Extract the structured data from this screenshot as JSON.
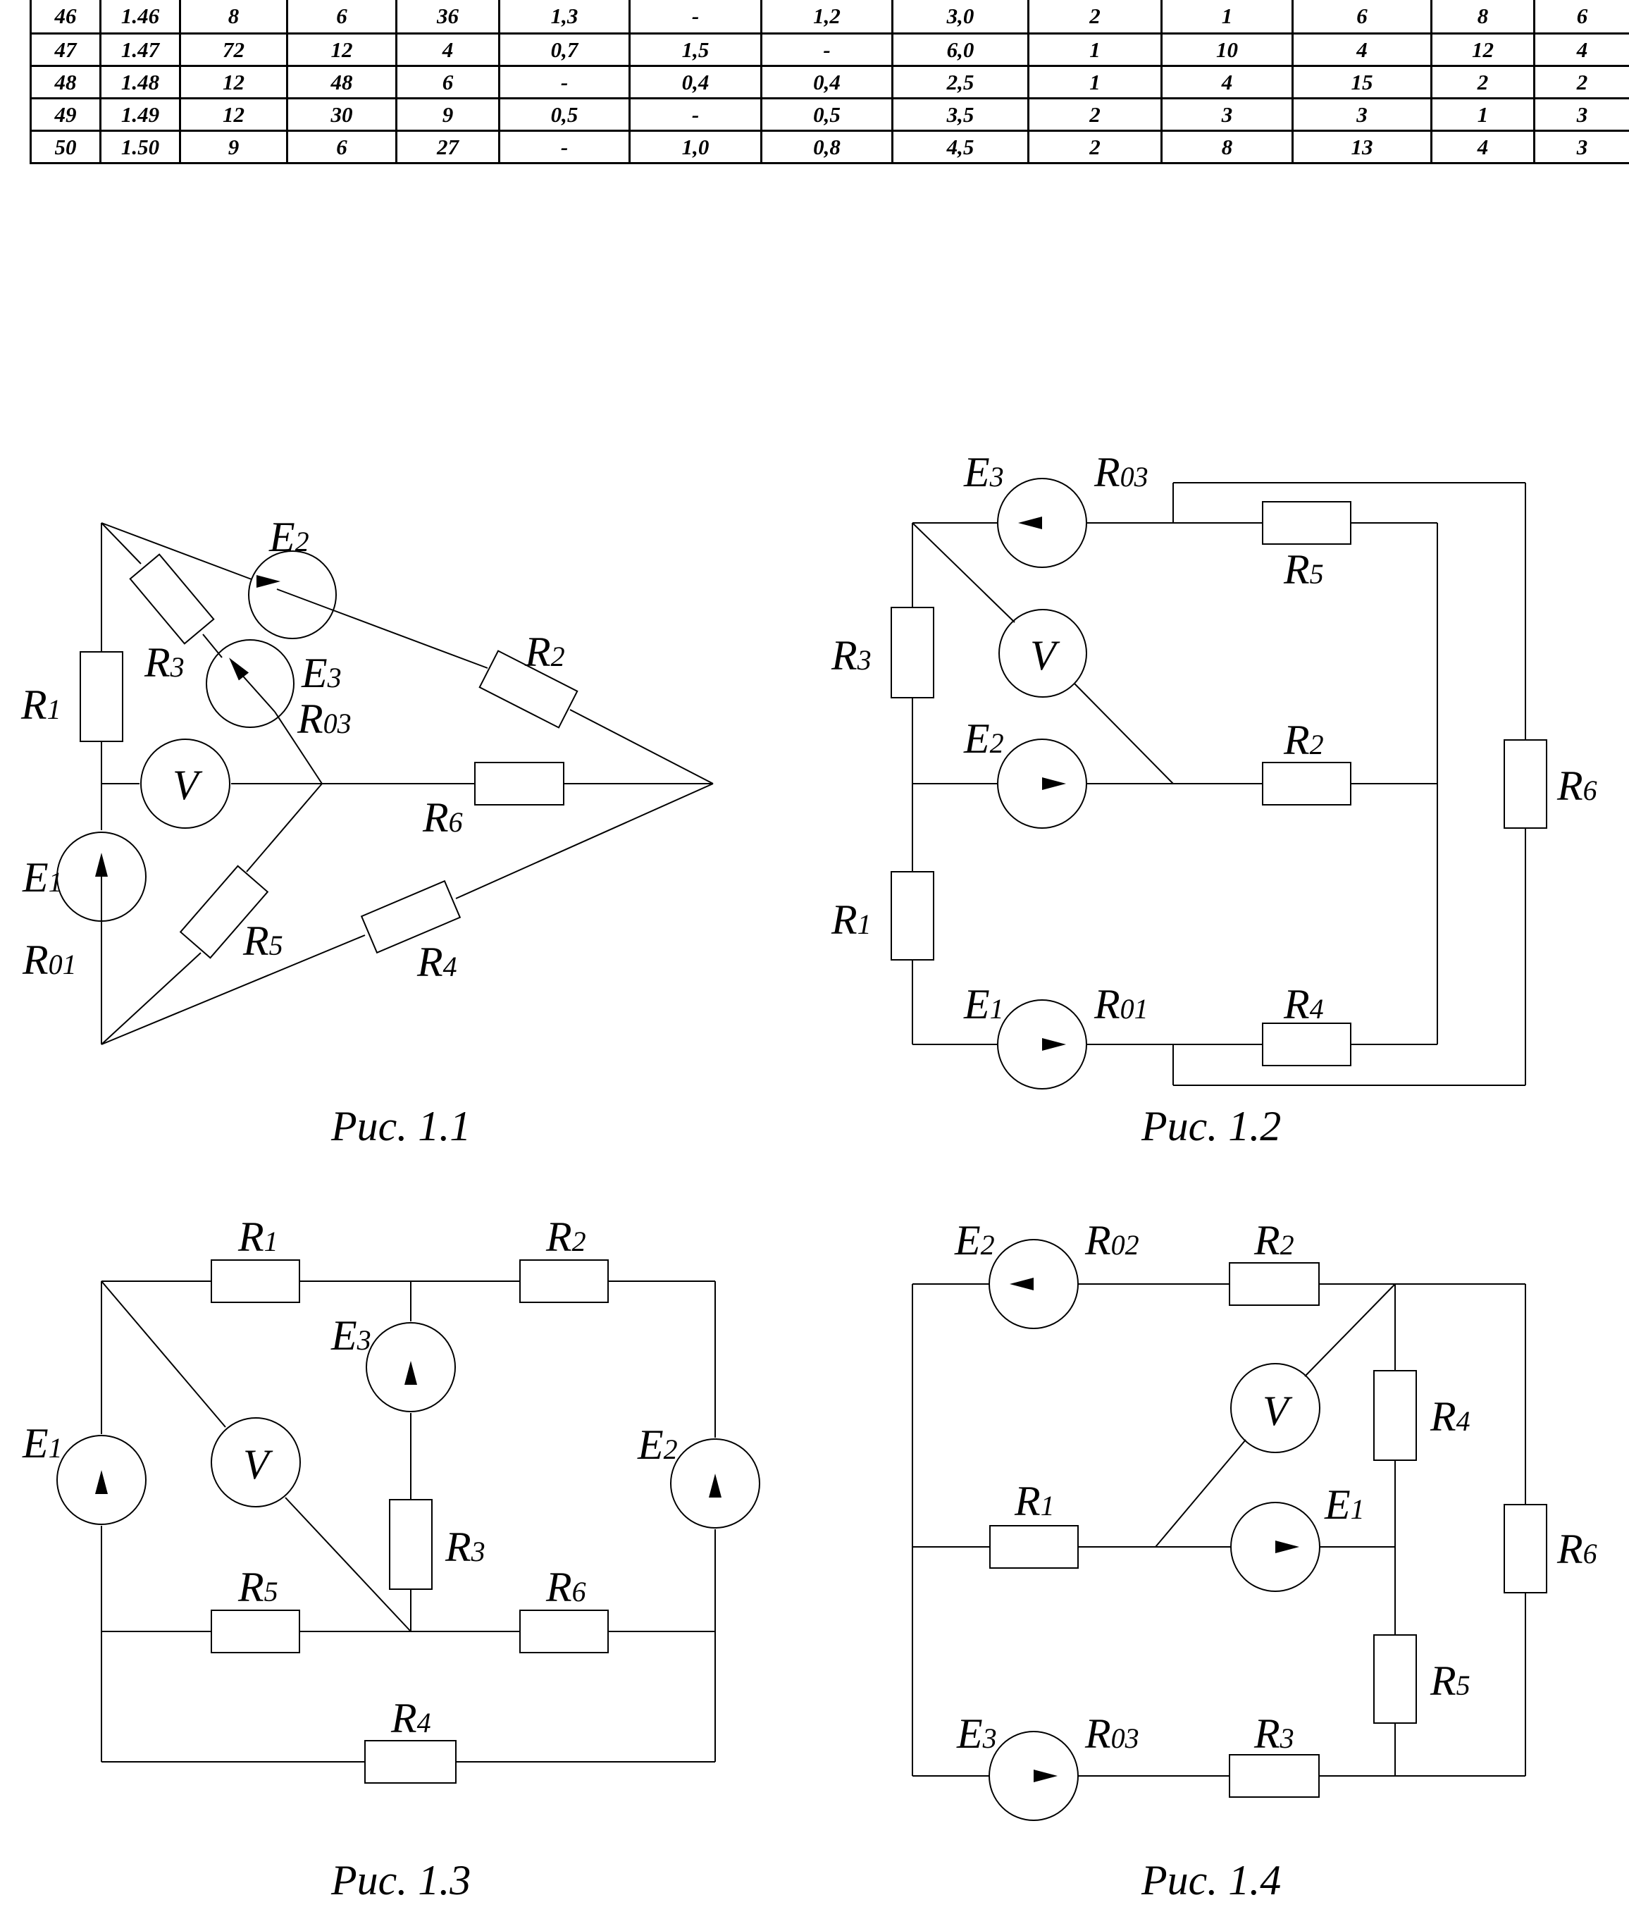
{
  "table": {
    "rows": [
      [
        "46",
        "1.46",
        "8",
        "6",
        "36",
        "1,3",
        "-",
        "1,2",
        "3,0",
        "2",
        "1",
        "6",
        "8",
        "6"
      ],
      [
        "47",
        "1.47",
        "72",
        "12",
        "4",
        "0,7",
        "1,5",
        "-",
        "6,0",
        "1",
        "10",
        "4",
        "12",
        "4"
      ],
      [
        "48",
        "1.48",
        "12",
        "48",
        "6",
        "-",
        "0,4",
        "0,4",
        "2,5",
        "1",
        "4",
        "15",
        "2",
        "2"
      ],
      [
        "49",
        "1.49",
        "12",
        "30",
        "9",
        "0,5",
        "-",
        "0,5",
        "3,5",
        "2",
        "3",
        "3",
        "1",
        "3"
      ],
      [
        "50",
        "1.50",
        "9",
        "6",
        "27",
        "-",
        "1,0",
        "0,8",
        "4,5",
        "2",
        "8",
        "13",
        "4",
        "3"
      ]
    ]
  },
  "figures": {
    "fig1": {
      "caption": "Рис. 1.1"
    },
    "fig2": {
      "caption": "Рис. 1.2"
    },
    "fig3": {
      "caption": "Рис. 1.3"
    },
    "fig4": {
      "caption": "Рис. 1.4"
    }
  },
  "labels": {
    "R": "R",
    "E": "E",
    "V": "V",
    "s1": "1",
    "s2": "2",
    "s3": "3",
    "s4": "4",
    "s5": "5",
    "s6": "6",
    "s01": "01",
    "s02": "02",
    "s03": "03"
  }
}
